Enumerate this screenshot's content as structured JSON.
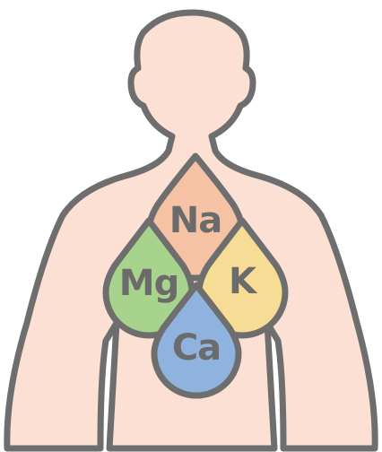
{
  "colors": {
    "outline": "#6e6e6e",
    "skin": "#fbe0d3",
    "sodium_fill": "#f6c2a4",
    "magnesium_fill": "#a7d38c",
    "potassium_fill": "#f6dc95",
    "calcium_fill": "#8fb3de"
  },
  "figure": {
    "type": "human-silhouette",
    "description_icon": "human-torso-icon"
  },
  "electrolytes": [
    {
      "symbol": "Na",
      "icon": "droplet-icon",
      "color": "#f6c2a4"
    },
    {
      "symbol": "Mg",
      "icon": "droplet-icon",
      "color": "#a7d38c"
    },
    {
      "symbol": "K",
      "icon": "droplet-icon",
      "color": "#f6dc95"
    },
    {
      "symbol": "Ca",
      "icon": "droplet-icon",
      "color": "#8fb3de"
    }
  ]
}
